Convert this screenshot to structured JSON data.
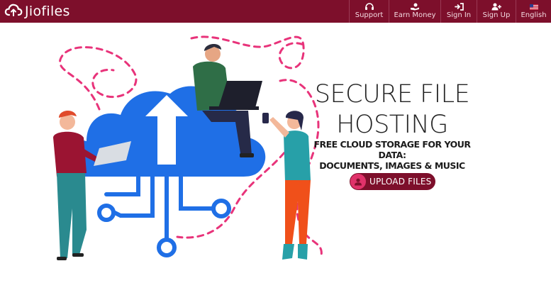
{
  "header": {
    "brand": "Jiofiles",
    "nav": [
      {
        "label": "Support",
        "icon": "headset-icon"
      },
      {
        "label": "Earn Money",
        "icon": "hand-coin-icon"
      },
      {
        "label": "Sign In",
        "icon": "sign-in-icon"
      },
      {
        "label": "Sign Up",
        "icon": "user-plus-icon"
      },
      {
        "label": "English",
        "icon": "us-flag-icon"
      }
    ]
  },
  "hero": {
    "title_line1": "SECURE FILE",
    "title_line2": "HOSTING",
    "subtitle_line1": "FREE CLOUD STORAGE FOR YOUR DATA:",
    "subtitle_line2": "DOCUMENTS, IMAGES & MUSIC",
    "upload_label": "UPLOAD FILES",
    "illustration": "cloud-upload-illustration"
  },
  "colors": {
    "brand": "#7d0f2b",
    "accent": "#e0326a",
    "cloud": "#1e6fe0"
  }
}
